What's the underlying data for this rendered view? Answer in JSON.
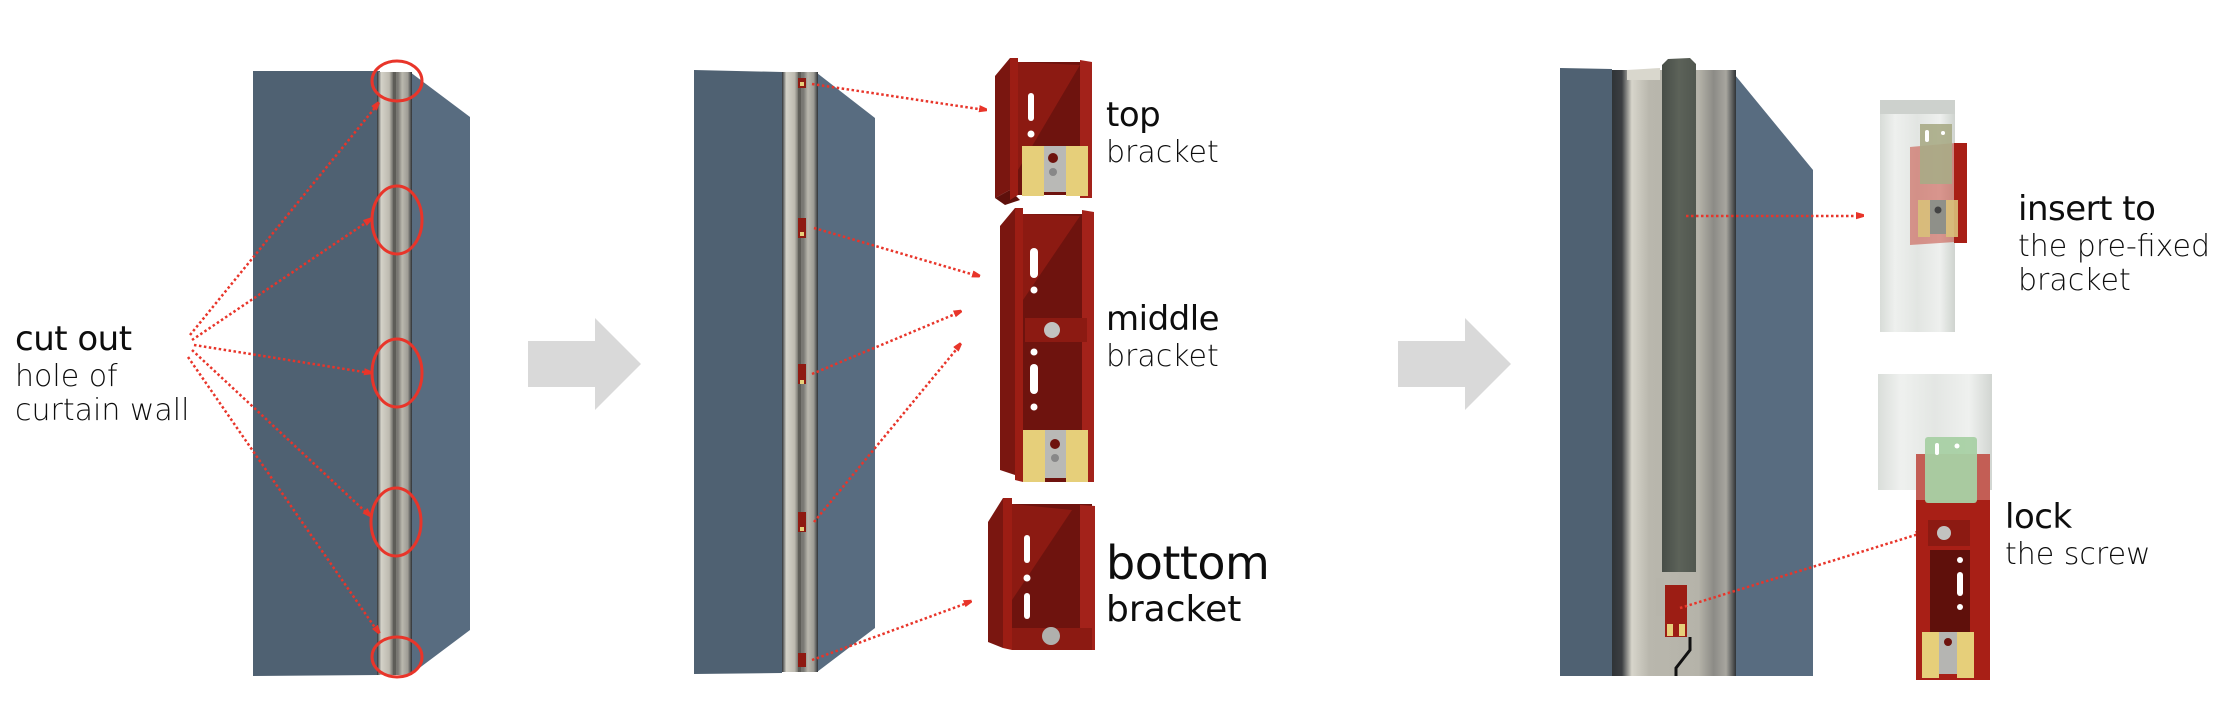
{
  "figure": {
    "steps": [
      {
        "id": "step-1",
        "title": "cut out",
        "subtitle_lines": [
          "hole of",
          "curtain wall"
        ],
        "callout_count": 5
      },
      {
        "id": "step-2",
        "brackets": [
          {
            "title": "top",
            "subtitle": "bracket"
          },
          {
            "title": "middle",
            "subtitle": "bracket"
          },
          {
            "title": "bottom",
            "subtitle": "bracket"
          }
        ]
      },
      {
        "id": "step-3",
        "actions": [
          {
            "title": "insert to",
            "subtitle_lines": [
              "the pre-fixed",
              "bracket"
            ]
          },
          {
            "title": "lock",
            "subtitle_lines": [
              "the screw"
            ]
          }
        ]
      }
    ],
    "flow_arrows": [
      "step-1 to step-2",
      "step-2 to step-3"
    ],
    "colors": {
      "panel_left": "#4f6172",
      "panel_right": "#586c80",
      "mullion_light": "#c9c7bd",
      "mullion_dark": "#6e6d68",
      "bracket_red": "#9c1d14",
      "bracket_red_dark": "#7a1610",
      "bracket_yellow": "#e6cf7a",
      "callout_red": "#e8352a",
      "flow_arrow": "#d9d9d9",
      "cover_green": "#5c6258"
    }
  }
}
